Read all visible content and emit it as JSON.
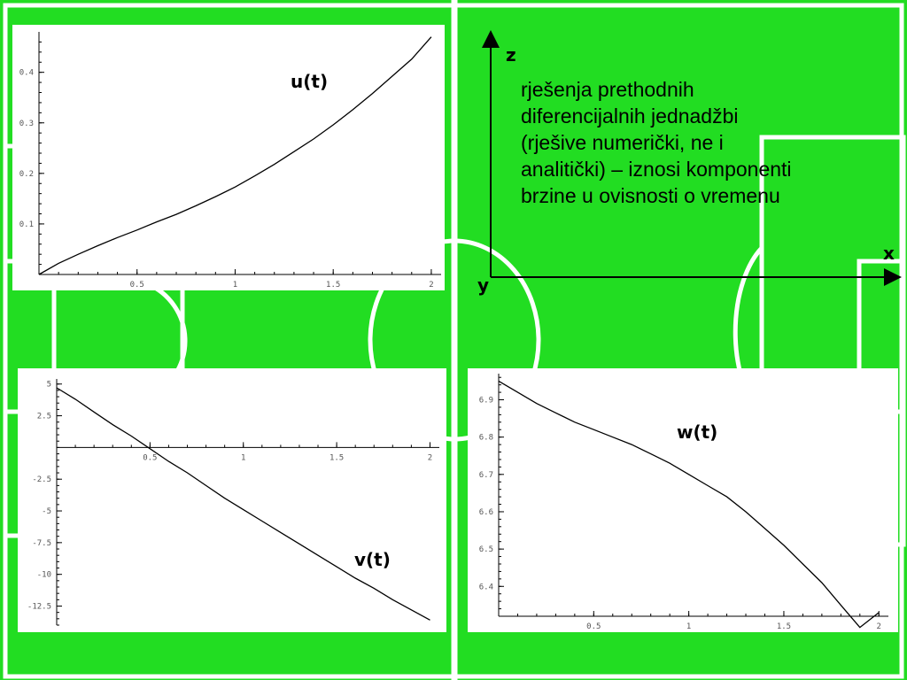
{
  "scene": {
    "axis_z": "z",
    "axis_y": "y",
    "axis_x": "x",
    "caption_lines": [
      "rješenja prethodnih",
      "diferencijalnih jednadžbi",
      "(rješive numerički, ne i",
      "analitički) – iznosi komponenti",
      "brzine u ovisnosti o vremenu"
    ]
  },
  "colors": {
    "background": "#22dd22",
    "lines": "#ffffff",
    "panel": "#ffffff",
    "curve": "#000000"
  },
  "chart_data": [
    {
      "id": "u",
      "type": "line",
      "label": "u(t)",
      "xlim": [
        0,
        2.05
      ],
      "ylim": [
        0,
        0.48
      ],
      "x_ticks": [
        0.5,
        1,
        1.5,
        2
      ],
      "x_tick_labels": [
        "0.5",
        "1",
        "1.5",
        "2"
      ],
      "y_ticks": [
        0.1,
        0.2,
        0.3,
        0.4
      ],
      "y_tick_labels": [
        "0.1",
        "0.2",
        "0.3",
        "0.4"
      ],
      "x": [
        0,
        0.1,
        0.2,
        0.3,
        0.4,
        0.5,
        0.6,
        0.7,
        0.8,
        0.9,
        1.0,
        1.1,
        1.2,
        1.3,
        1.4,
        1.5,
        1.6,
        1.7,
        1.8,
        1.9,
        2.0
      ],
      "y": [
        0,
        0.022,
        0.04,
        0.057,
        0.073,
        0.088,
        0.104,
        0.119,
        0.136,
        0.154,
        0.173,
        0.195,
        0.218,
        0.243,
        0.268,
        0.296,
        0.326,
        0.358,
        0.392,
        0.426,
        0.47
      ]
    },
    {
      "id": "v",
      "type": "line",
      "label": "v(t)",
      "xlim": [
        0,
        2.05
      ],
      "ylim": [
        -14,
        5.4
      ],
      "x_ticks": [
        0.5,
        1,
        1.5,
        2
      ],
      "x_tick_labels": [
        "0.5",
        "1",
        "1.5",
        "2"
      ],
      "y_ticks": [
        5,
        2.5,
        -2.5,
        -5,
        -7.5,
        -10,
        -12.5
      ],
      "y_tick_labels": [
        "5",
        "2.5",
        "-2.5",
        "-5",
        "-7.5",
        "-10",
        "-12.5"
      ],
      "x": [
        0,
        0.1,
        0.2,
        0.3,
        0.4,
        0.5,
        0.6,
        0.7,
        0.8,
        0.9,
        1.0,
        1.1,
        1.2,
        1.3,
        1.4,
        1.5,
        1.6,
        1.7,
        1.8,
        1.9,
        2.0
      ],
      "y": [
        4.7,
        3.8,
        2.8,
        1.8,
        0.9,
        -0.1,
        -1.1,
        -2.0,
        -3.0,
        -4.0,
        -4.9,
        -5.8,
        -6.7,
        -7.6,
        -8.5,
        -9.4,
        -10.3,
        -11.1,
        -12.0,
        -12.8,
        -13.6
      ]
    },
    {
      "id": "w",
      "type": "line",
      "label": "w(t)",
      "xlim": [
        0,
        2.05
      ],
      "ylim": [
        6.32,
        6.97
      ],
      "x_ticks": [
        0.5,
        1,
        1.5,
        2
      ],
      "x_tick_labels": [
        "0.5",
        "1",
        "1.5",
        "2"
      ],
      "y_ticks": [
        6.4,
        6.5,
        6.6,
        6.7,
        6.8,
        6.9
      ],
      "y_tick_labels": [
        "6.4",
        "6.5",
        "6.6",
        "6.7",
        "6.8",
        "6.9"
      ],
      "x": [
        0,
        0.1,
        0.2,
        0.3,
        0.4,
        0.5,
        0.6,
        0.7,
        0.8,
        0.9,
        1.0,
        1.1,
        1.2,
        1.3,
        1.4,
        1.5,
        1.6,
        1.7,
        1.8,
        1.9,
        2.0
      ],
      "y": [
        6.95,
        6.92,
        6.89,
        6.865,
        6.84,
        6.82,
        6.8,
        6.78,
        6.755,
        6.73,
        6.7,
        6.67,
        6.64,
        6.6,
        6.555,
        6.51,
        6.46,
        6.41,
        6.35,
        6.29,
        6.33
      ]
    }
  ]
}
